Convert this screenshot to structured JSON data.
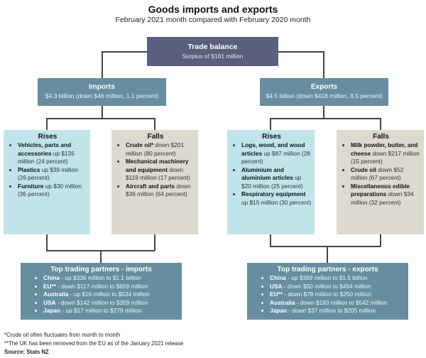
{
  "header": {
    "title": "Goods imports and exports",
    "subtitle": "February 2021 month compared with February 2020 month"
  },
  "trade_balance": {
    "heading": "Trade balance",
    "value": "Surplus of $181 million"
  },
  "imports": {
    "heading": "Imports",
    "value": "$4.3 billion (down $46 million, 1.1 percent)",
    "rises": {
      "heading": "Rises",
      "items": [
        {
          "bold": "Vehicles, parts and accessories",
          "text": " up $135 million (24 percent)"
        },
        {
          "bold": "Plastics",
          "text": " up $39 million (26 percent)"
        },
        {
          "bold": "Furniture",
          "text": " up $30 million (36 percent)"
        }
      ]
    },
    "falls": {
      "heading": "Falls",
      "items": [
        {
          "bold": "Crude oil*",
          "text": " down $201 million (80 percent)"
        },
        {
          "bold": "Mechanical machinery and equipment",
          "text": " down $119 million (17 percent)"
        },
        {
          "bold": "Aircraft and parts",
          "text": " down $36 million (64 percent)"
        }
      ]
    },
    "partners": {
      "heading": "Top trading partners - imports",
      "items": [
        {
          "bold": "China",
          "text": " - up $336 million to $1.1 billion"
        },
        {
          "bold": "EU**",
          "text": " - down $117 million to $659 million"
        },
        {
          "bold": "Australia",
          "text": " - up $16 million to $534 million"
        },
        {
          "bold": "USA",
          "text": " - down $142 million to $359 million"
        },
        {
          "bold": "Japan",
          "text": " - up $17 million to $279 million"
        }
      ]
    }
  },
  "exports": {
    "heading": "Exports",
    "value": "$4.5 billion (down $416 million, 8.5 percent)",
    "rises": {
      "heading": "Rises",
      "items": [
        {
          "bold": "Logs, wood, and wood articles",
          "text": " up $87 million (28 percent)"
        },
        {
          "bold": "Aluminium and aluminium articles",
          "text": " up $20 million (25 percent)"
        },
        {
          "bold": "Respiratory equipment",
          "text": " up $15 million (30 percent)"
        }
      ]
    },
    "falls": {
      "heading": "Falls",
      "items": [
        {
          "bold": "Milk powder, butter, and cheese",
          "text": " down $217 million (15 percent)"
        },
        {
          "bold": "Crude oil",
          "text": " down $52 million (67 percent)"
        },
        {
          "bold": "Miscellaneous edible preparations",
          "text": " down $34 million (32 percent)"
        }
      ]
    },
    "partners": {
      "heading": "Top trading partners - exports",
      "items": [
        {
          "bold": "China",
          "text": " - up $369 million to $1.5 billion"
        },
        {
          "bold": "USA",
          "text": " - down $50 million to $494 million"
        },
        {
          "bold": "EU**",
          "text": " - down $78 million to $250 million"
        },
        {
          "bold": "Australia",
          "text": " - down $183 million to $542 million"
        },
        {
          "bold": "Japan",
          "text": " - down $37 million to $205 million"
        }
      ]
    }
  },
  "footnotes": {
    "note1": "*Crude oil often fluctuates from month to month",
    "note2": "**The UK has been removed from the EU as of the January 2021 release",
    "source": "Source: Stats NZ"
  },
  "colors": {
    "trade_balance": "#5a5f7d",
    "section_header": "#668ea0",
    "rises": "#c0e4ea",
    "falls": "#dcdace"
  }
}
